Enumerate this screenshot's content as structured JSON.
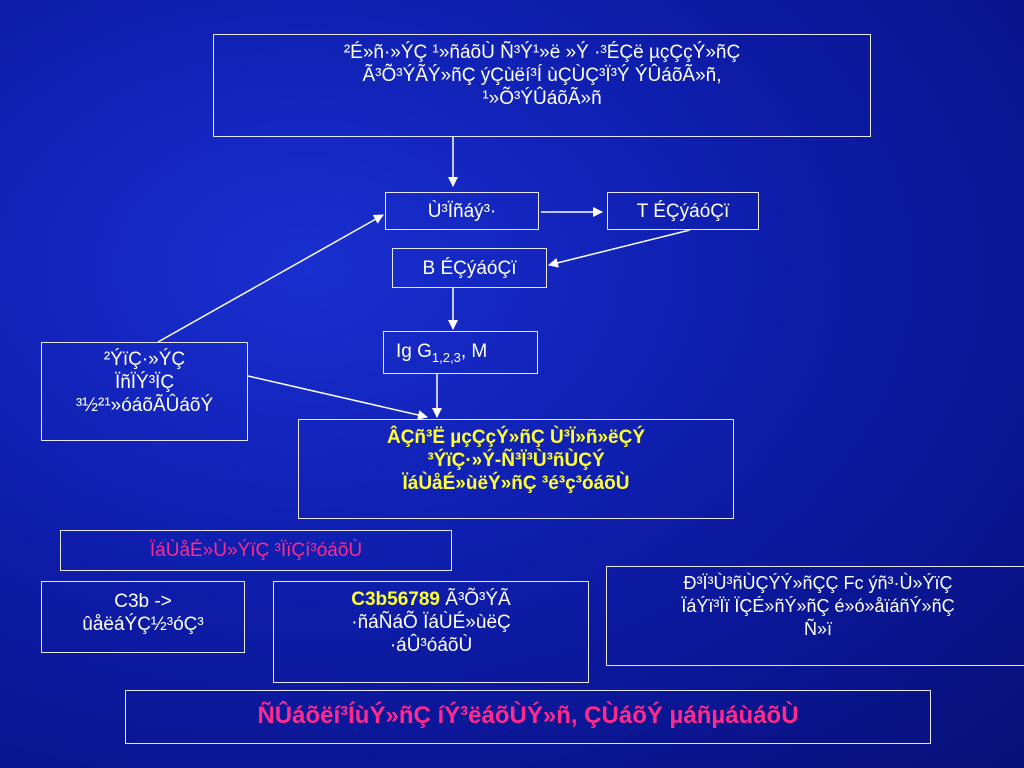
{
  "top_box": {
    "lines": [
      "²É»ñ·»ÝÇ ¹»ñáõÙ Ñ³Ý¹»ë »Ý ·³ÉÇë µçÇçÝ»ñÇ",
      "Ã³Õ³ÝÃÝ»ñÇ ýÇùëí³Í ùÇÙÇ³Ï³Ý ÝÛáõÃ»ñ,",
      "¹»Õ³ÝÛáõÃ»ñ"
    ]
  },
  "center_box": {
    "text": "Ù³Ïñáý³·"
  },
  "t_box": {
    "text": "T ÉÇýáóÇï"
  },
  "b_box": {
    "text": "B ÉÇýáóÇï"
  },
  "ig_box": {
    "prefix": "Ig G",
    "subscript": "1,2,3",
    "suffix": ", M"
  },
  "left_box": {
    "lines": [
      "²ÝïÇ·»ÝÇ",
      "ÏñÏÝ³ÏÇ",
      "³½²¹»óáõÃÛáõÝ"
    ]
  },
  "yellow_box": {
    "lines": [
      "ÂÇñ³Ë µçÇçÝ»ñÇ Ù³Ï»ñ»ëÇÝ",
      "³ÝïÇ·»Ý-Ñ³Ï³Ù³ñÙÇÝ",
      "ÏáÙåÉ»ùëÝ»ñÇ ³é³ç³óáõÙ"
    ]
  },
  "pink_box": {
    "text": "ÏáÙåÉ»Ù»ÝïÇ ³ÏïÇí³óáõÙ"
  },
  "c3b_box": {
    "lines": [
      "C3b ->",
      "ûåëáÝÇ½³óÇ³"
    ]
  },
  "c3b5_box": {
    "highlight": "C3b56789",
    "rest_line1": " Ã³Õ³ÝÃ",
    "line2": "·ñáÑáÕ ÏáÙÉ»ùëÇ",
    "line3": "·áÛ³óáõÙ"
  },
  "fc_box": {
    "lines": [
      "Ð³Ï³Ù³ñÙÇÝÝ»ñÇÇ Fc ýñ³·Ù»ÝïÇ",
      "ÏáÝï³Ïï ÏÇÉ»ñÝ»ñÇ é»ó»åïáñÝ»ñÇ",
      "Ñ»ï"
    ]
  },
  "bottom_box": {
    "text": "ÑÛáõëí³ÍùÝ»ñÇ íÝ³ëáõÙÝ»ñ, ÇÙáõÝ µáñµáùáõÙ"
  },
  "colors": {
    "background": "#0f1fb0",
    "border": "#e8e8f0",
    "text": "#ffffff",
    "highlight_yellow": "#ffff33",
    "highlight_pink": "#ff2a8c"
  }
}
